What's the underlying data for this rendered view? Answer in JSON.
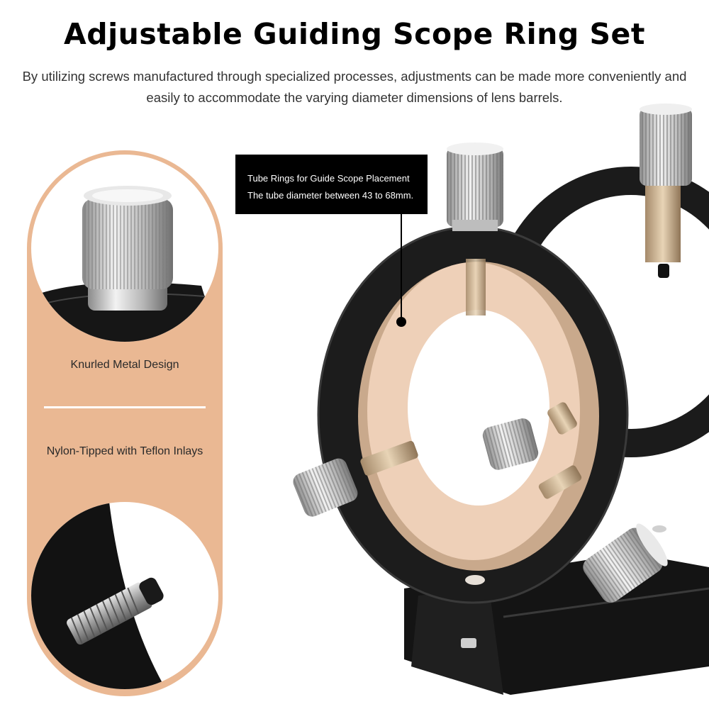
{
  "header": {
    "title": "Adjustable Guiding Scope Ring Set",
    "description": "By utilizing screws manufactured through specialized processes, adjustments can be made more conveniently and easily to accommodate the varying diameter dimensions of lens barrels."
  },
  "features": {
    "items": [
      {
        "label": "Knurled Metal Design",
        "icon": "knurled-knob-icon"
      },
      {
        "label": "Nylon-Tipped with Teflon Inlays",
        "icon": "nylon-tipped-screw-icon"
      }
    ]
  },
  "callout": {
    "line1": "Tube Rings for Guide Scope Placement",
    "line2": "The tube diameter between 43 to 68mm."
  },
  "colors": {
    "accent_peach": "#eab893",
    "ring_black": "#1c1c1c",
    "callout_bg": "#000000"
  }
}
